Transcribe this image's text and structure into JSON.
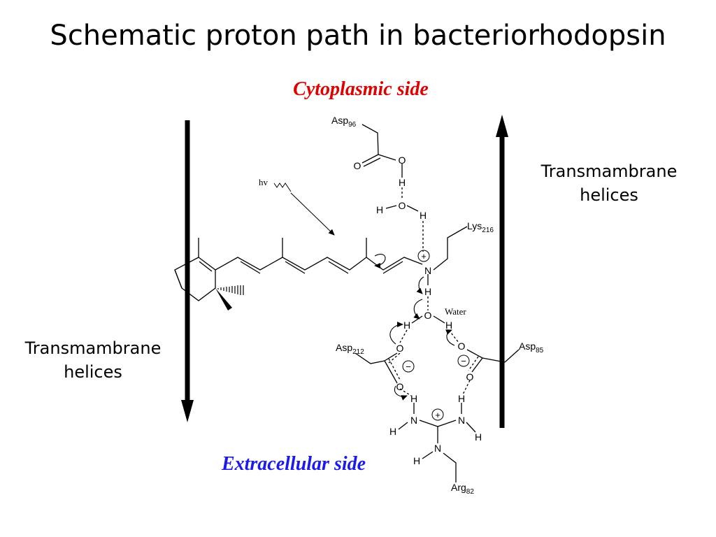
{
  "title": "Schematic proton path in bacteriorhodopsin",
  "labels": {
    "cytoplasmic": "Cytoplasmic side",
    "extracellular": "Extracellular side",
    "helices_right_line1": "Transmambrane",
    "helices_right_line2": "helices",
    "helices_left_line1": "Transmambrane",
    "helices_left_line2": "helices"
  },
  "molecule": {
    "asp96": "Asp",
    "asp96_sub": "96",
    "lys216": "Lys",
    "lys216_sub": "216",
    "asp212": "Asp",
    "asp212_sub": "212",
    "asp85": "Asp",
    "asp85_sub": "85",
    "arg82": "Arg",
    "arg82_sub": "82",
    "hv": "hv",
    "water": "Water",
    "atom_O": "O",
    "atom_H": "H",
    "atom_N": "N",
    "plus": "+",
    "minus": "−"
  },
  "colors": {
    "cytoplasmic": "#e00000",
    "extracellular": "#1a1aee",
    "text": "#000000"
  }
}
